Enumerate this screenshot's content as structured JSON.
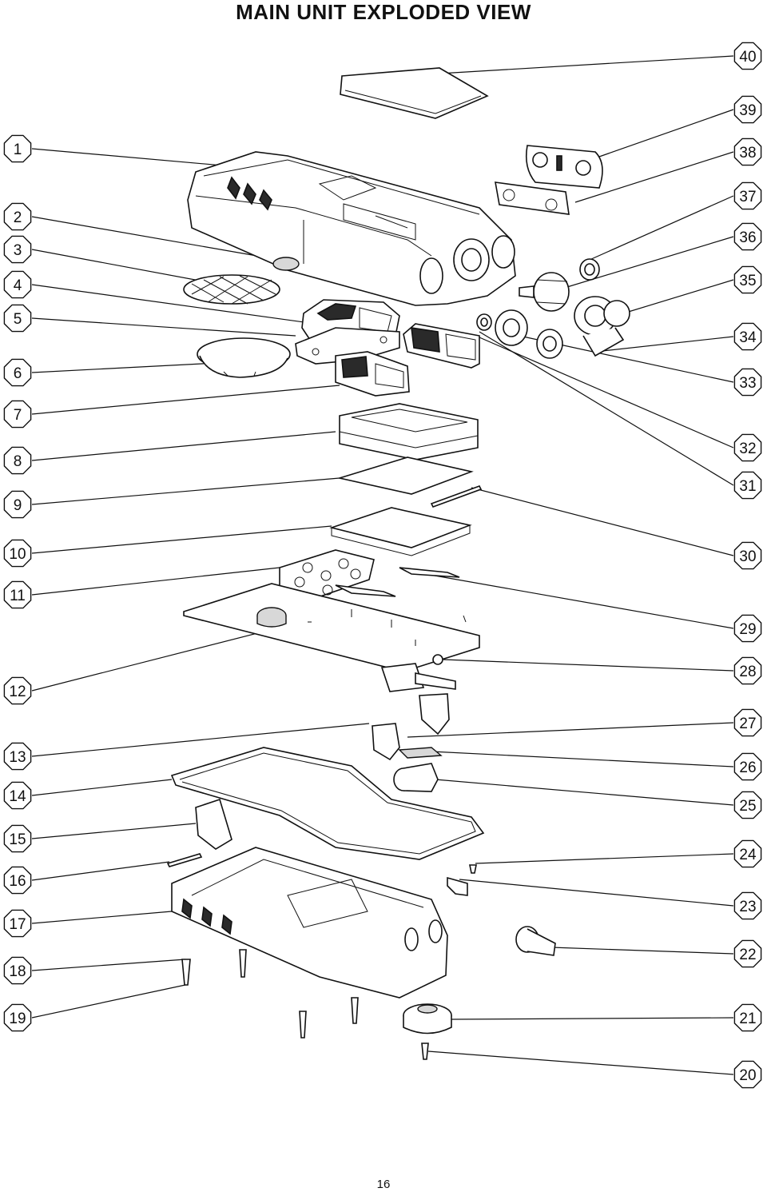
{
  "page": {
    "title": "MAIN UNIT EXPLODED VIEW",
    "page_number": "16"
  },
  "callouts": {
    "left": [
      "1",
      "2",
      "3",
      "4",
      "5",
      "6",
      "7",
      "8",
      "9",
      "10",
      "11",
      "12",
      "13",
      "14",
      "15",
      "16",
      "17",
      "18",
      "19"
    ],
    "right": [
      "40",
      "39",
      "38",
      "37",
      "36",
      "35",
      "34",
      "33",
      "32",
      "31",
      "30",
      "29",
      "28",
      "27",
      "26",
      "25",
      "24",
      "23",
      "22",
      "21",
      "20"
    ]
  }
}
